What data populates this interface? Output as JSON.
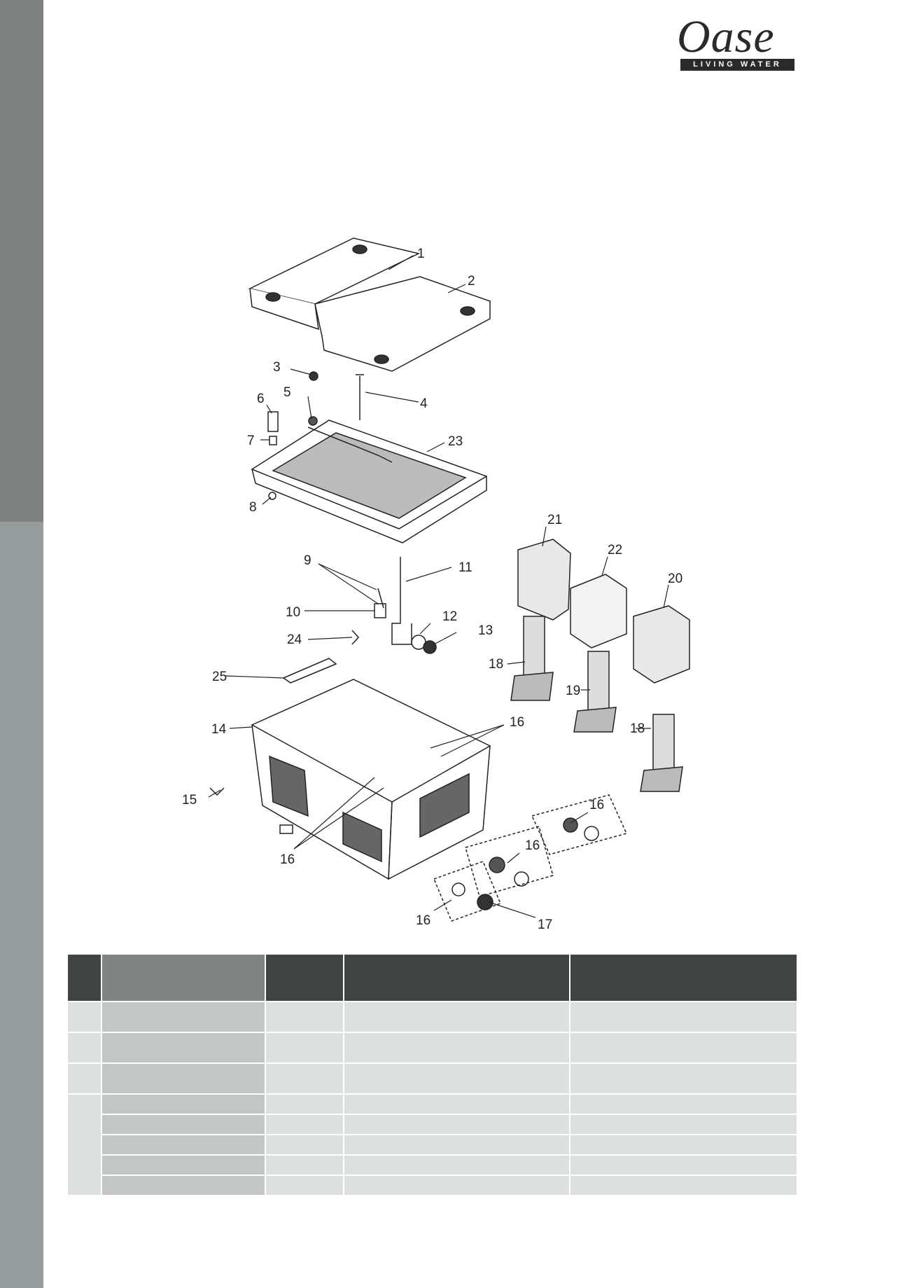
{
  "brand": {
    "name": "Oase",
    "tagline": "LIVING WATER"
  },
  "diagram": {
    "callouts": [
      "1",
      "2",
      "3",
      "4",
      "5",
      "6",
      "7",
      "8",
      "23",
      "21",
      "22",
      "20",
      "9",
      "11",
      "10",
      "12",
      "13",
      "24",
      "18",
      "25",
      "19",
      "18",
      "14",
      "16",
      "16",
      "15",
      "16",
      "16",
      "16",
      "17"
    ]
  },
  "table": {
    "header": [
      "",
      "",
      "",
      "",
      ""
    ],
    "rows": [
      [
        "",
        "",
        "",
        "",
        ""
      ],
      [
        "",
        "",
        "",
        "",
        ""
      ],
      [
        "",
        "",
        "",
        "",
        ""
      ],
      [
        "",
        "",
        "",
        "",
        ""
      ],
      [
        "",
        "",
        "",
        "",
        ""
      ],
      [
        "",
        "",
        "",
        "",
        ""
      ],
      [
        "",
        "",
        "",
        "",
        ""
      ],
      [
        "",
        "",
        "",
        "",
        ""
      ]
    ]
  },
  "colors": {
    "sidebar_top": "#7c8381",
    "sidebar_bottom": "#949c9e",
    "table_header_dark": "#3f4544",
    "table_header_mid": "#7f8583",
    "table_cell": "#dcdfe0",
    "table_cell_name": "#c2c6c6"
  }
}
